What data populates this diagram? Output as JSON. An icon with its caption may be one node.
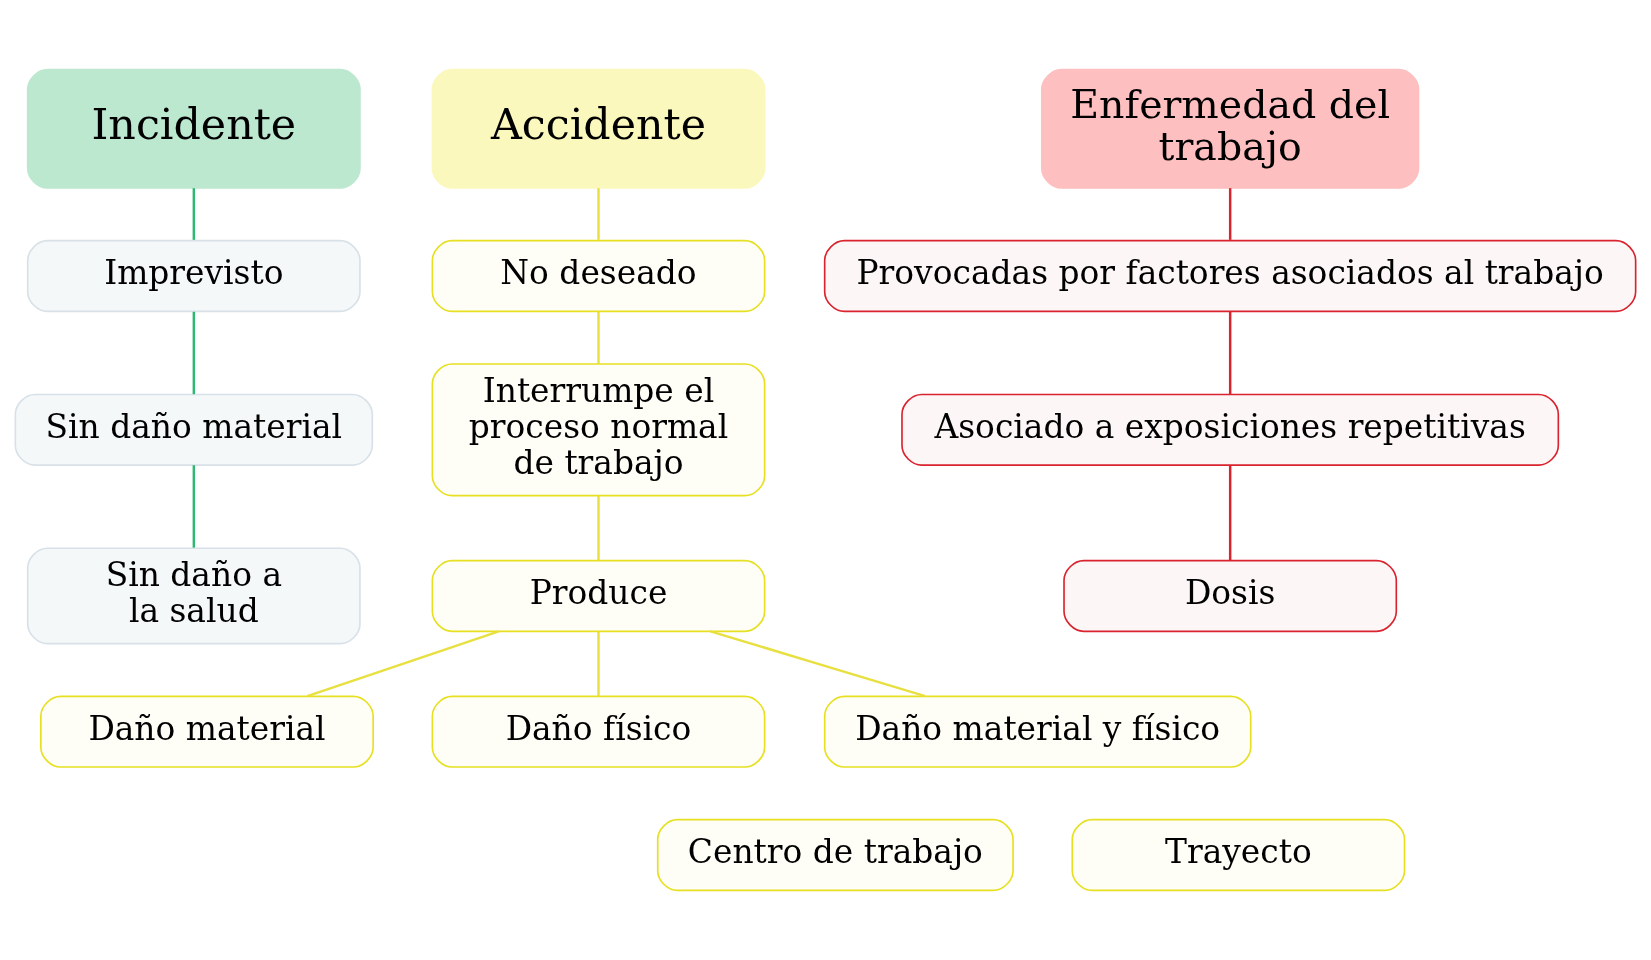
{
  "diagram": {
    "nodes": [
      {
        "text": [
          "Incidente"
        ]
      },
      {
        "text": [
          "Imprevisto"
        ]
      },
      {
        "text": [
          "Sin daño material"
        ]
      },
      {
        "text": [
          "Sin daño a la salud"
        ]
      },
      {
        "text": [
          "Accidente"
        ]
      },
      {
        "text": [
          "No deseado"
        ]
      },
      {
        "text": [
          "Interrumpe el proceso normal de trabajo"
        ]
      },
      {
        "text": [
          "Produce"
        ]
      },
      {
        "text": [
          "Daño material"
        ]
      },
      {
        "text": [
          "Daño físico"
        ]
      },
      {
        "text": [
          "Daño material y físico"
        ]
      },
      {
        "text": [
          "Centro de trabajo"
        ]
      },
      {
        "text": [
          "Trayecto"
        ]
      },
      {
        "text": [
          "Enfermedad del trabajo"
        ]
      },
      {
        "text": [
          "Provocadas por factores asociados al trabajo"
        ]
      },
      {
        "text": [
          "Asociado a exposiciones repetitivas"
        ]
      },
      {
        "text": [
          "Dosis"
        ]
      }
    ],
    "edges": [
      {
        "from": 0,
        "to": 1,
        "arrow": "none",
        "color": "#2eb872"
      },
      {
        "from": 1,
        "to": 2,
        "arrow": "none",
        "color": "#2eb872"
      },
      {
        "from": 2,
        "to": 3,
        "arrow": "none",
        "color": "#2eb872"
      },
      {
        "from": 4,
        "to": 5,
        "arrow": "none"
      },
      {
        "from": 5,
        "to": 6,
        "arrow": "none"
      },
      {
        "from": 6,
        "to": 7,
        "arrow": "none"
      },
      {
        "from": 7,
        "to": 8,
        "arrow": "none"
      },
      {
        "from": 7,
        "to": 9,
        "arrow": "none"
      },
      {
        "from": 7,
        "to": 10,
        "arrow": "none"
      },
      {
        "from": 13,
        "to": 14,
        "arrow": "none",
        "color": "#d9232e"
      },
      {
        "from": 14,
        "to": 15,
        "arrow": "none",
        "color": "#d9232e"
      },
      {
        "from": 15,
        "to": 16,
        "arrow": "none",
        "color": "#d9232e"
      }
    ]
  }
}
